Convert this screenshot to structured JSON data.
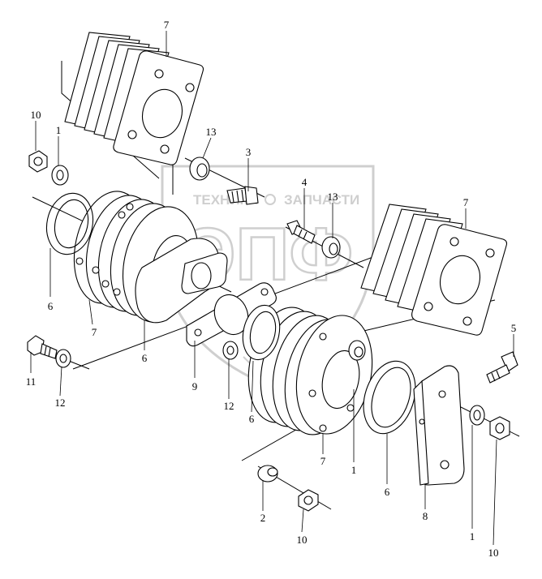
{
  "watermark": {
    "brand": "ЭПФ",
    "caption_left": "ТЕХНИКА",
    "caption_right": "ЗАПЧАСТИ",
    "color": "#cfcfcf"
  },
  "callouts": {
    "c7_top": "7",
    "c10_left": "10",
    "c1_left": "1",
    "c13_a": "13",
    "c3": "3",
    "c4": "4",
    "c13_b": "13",
    "c7_right": "7",
    "c6_left": "6",
    "c7_left": "7",
    "c6_mid": "6",
    "c5": "5",
    "c11": "11",
    "c12_left": "12",
    "c9": "9",
    "c12_mid": "12",
    "c6_center": "6",
    "c7_bottom": "7",
    "c1_bottom": "1",
    "c6_bottom": "6",
    "c2": "2",
    "c10_bottom": "10",
    "c8": "8",
    "c1_right": "1",
    "c10_right": "10"
  },
  "colors": {
    "line": "#000000",
    "background": "#ffffff"
  }
}
